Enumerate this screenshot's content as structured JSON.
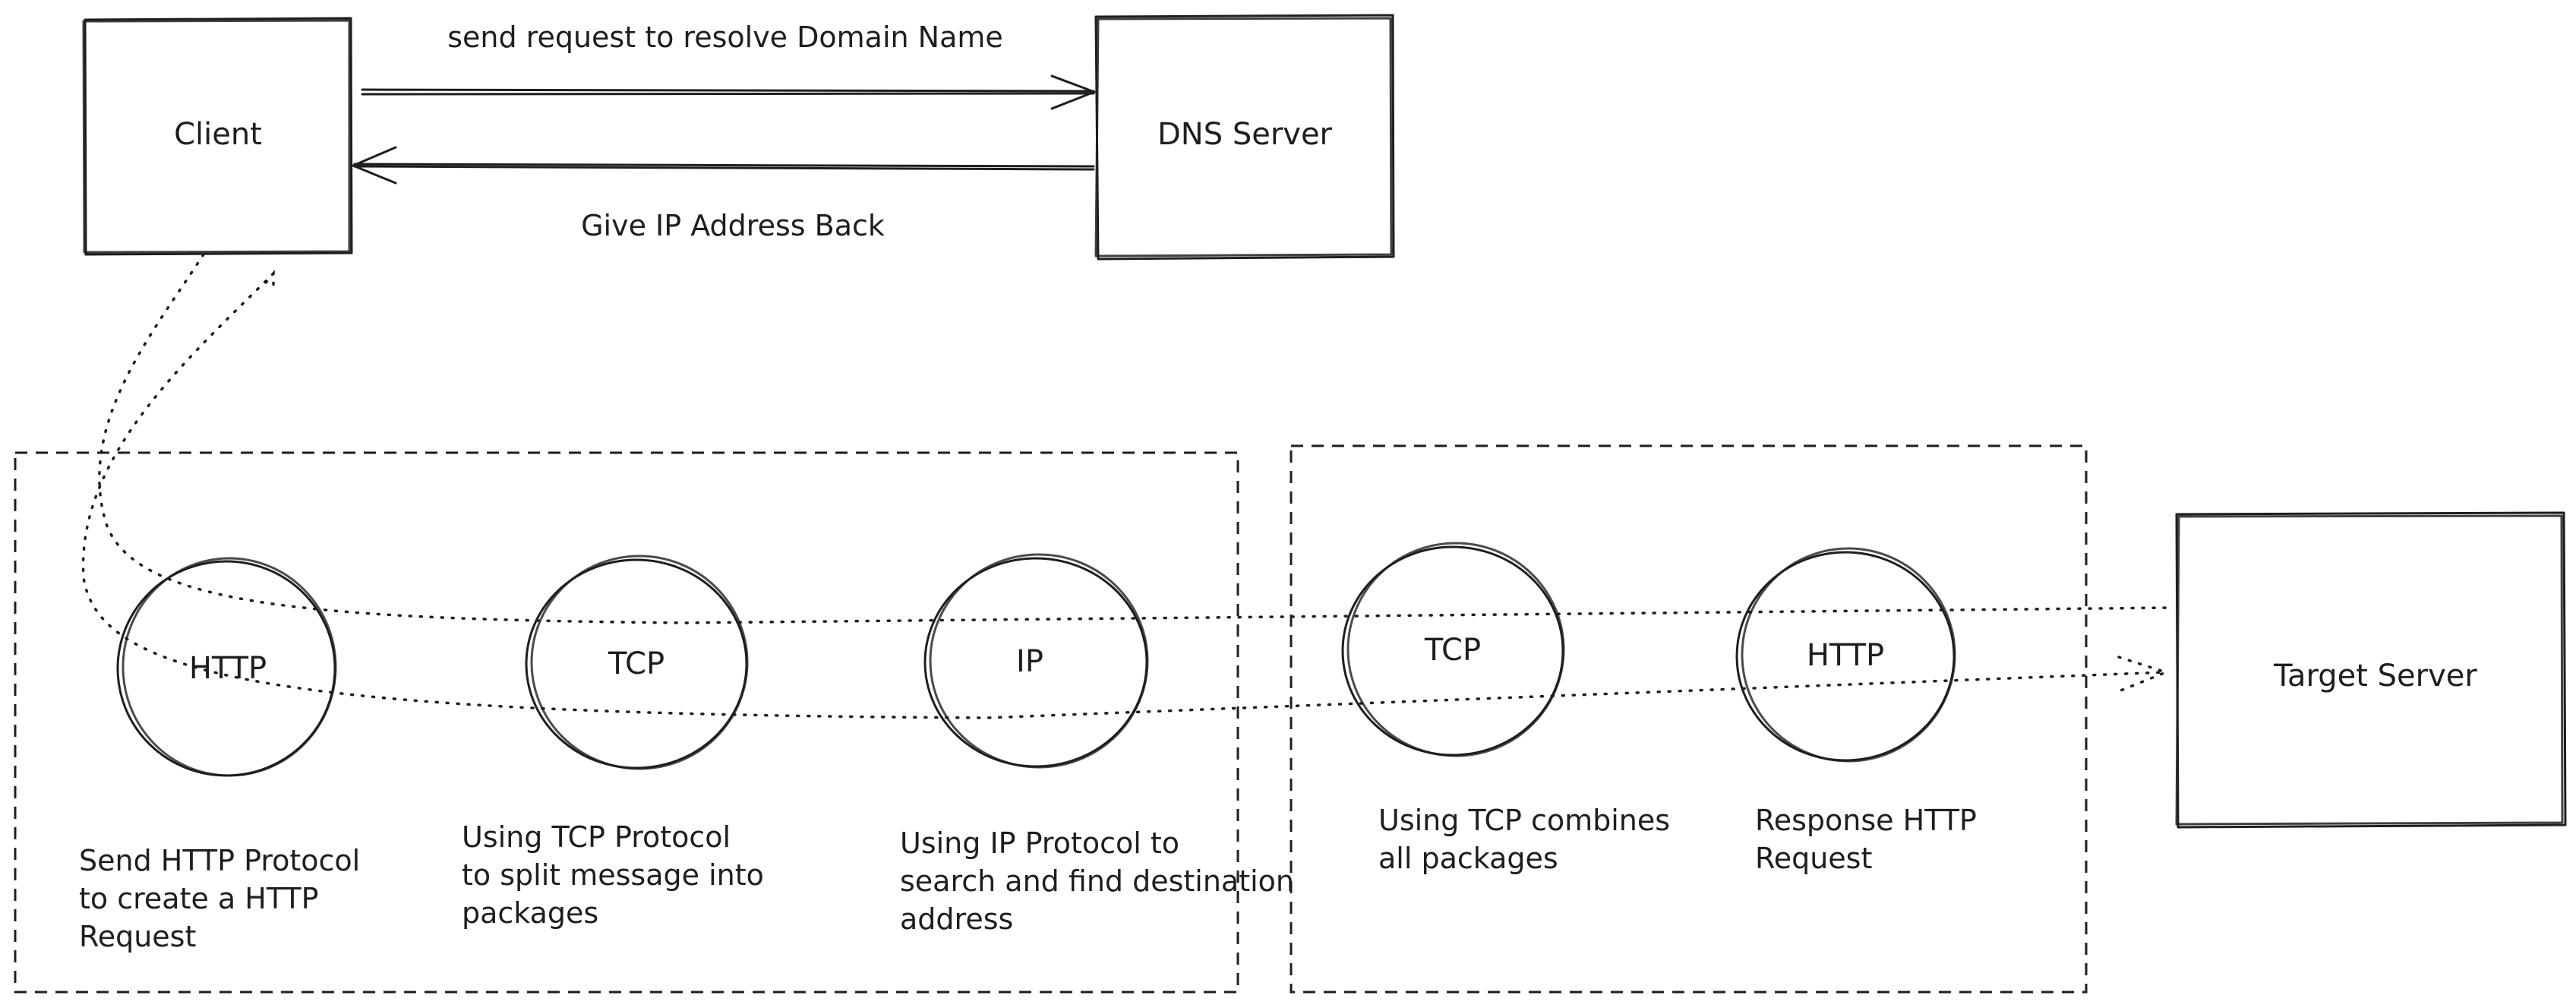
{
  "nodes": {
    "client": "Client",
    "dns_server": "DNS Server",
    "target_server": "Target Server"
  },
  "edges": {
    "request": "send request to resolve Domain Name",
    "response": "Give IP Address Back"
  },
  "layers": {
    "client_http": "HTTP",
    "client_tcp": "TCP",
    "client_ip": "IP",
    "server_tcp": "TCP",
    "server_http": "HTTP"
  },
  "notes": {
    "http_send": [
      "Send HTTP Protocol",
      "to create a HTTP",
      "Request"
    ],
    "tcp_split": [
      "Using TCP Protocol",
      "to split message into",
      "packages"
    ],
    "ip_route": [
      "Using IP Protocol to",
      "search and find destination",
      "address"
    ],
    "tcp_combine": [
      "Using TCP combines",
      "all packages"
    ],
    "http_response": [
      "Response HTTP",
      "Request"
    ]
  }
}
